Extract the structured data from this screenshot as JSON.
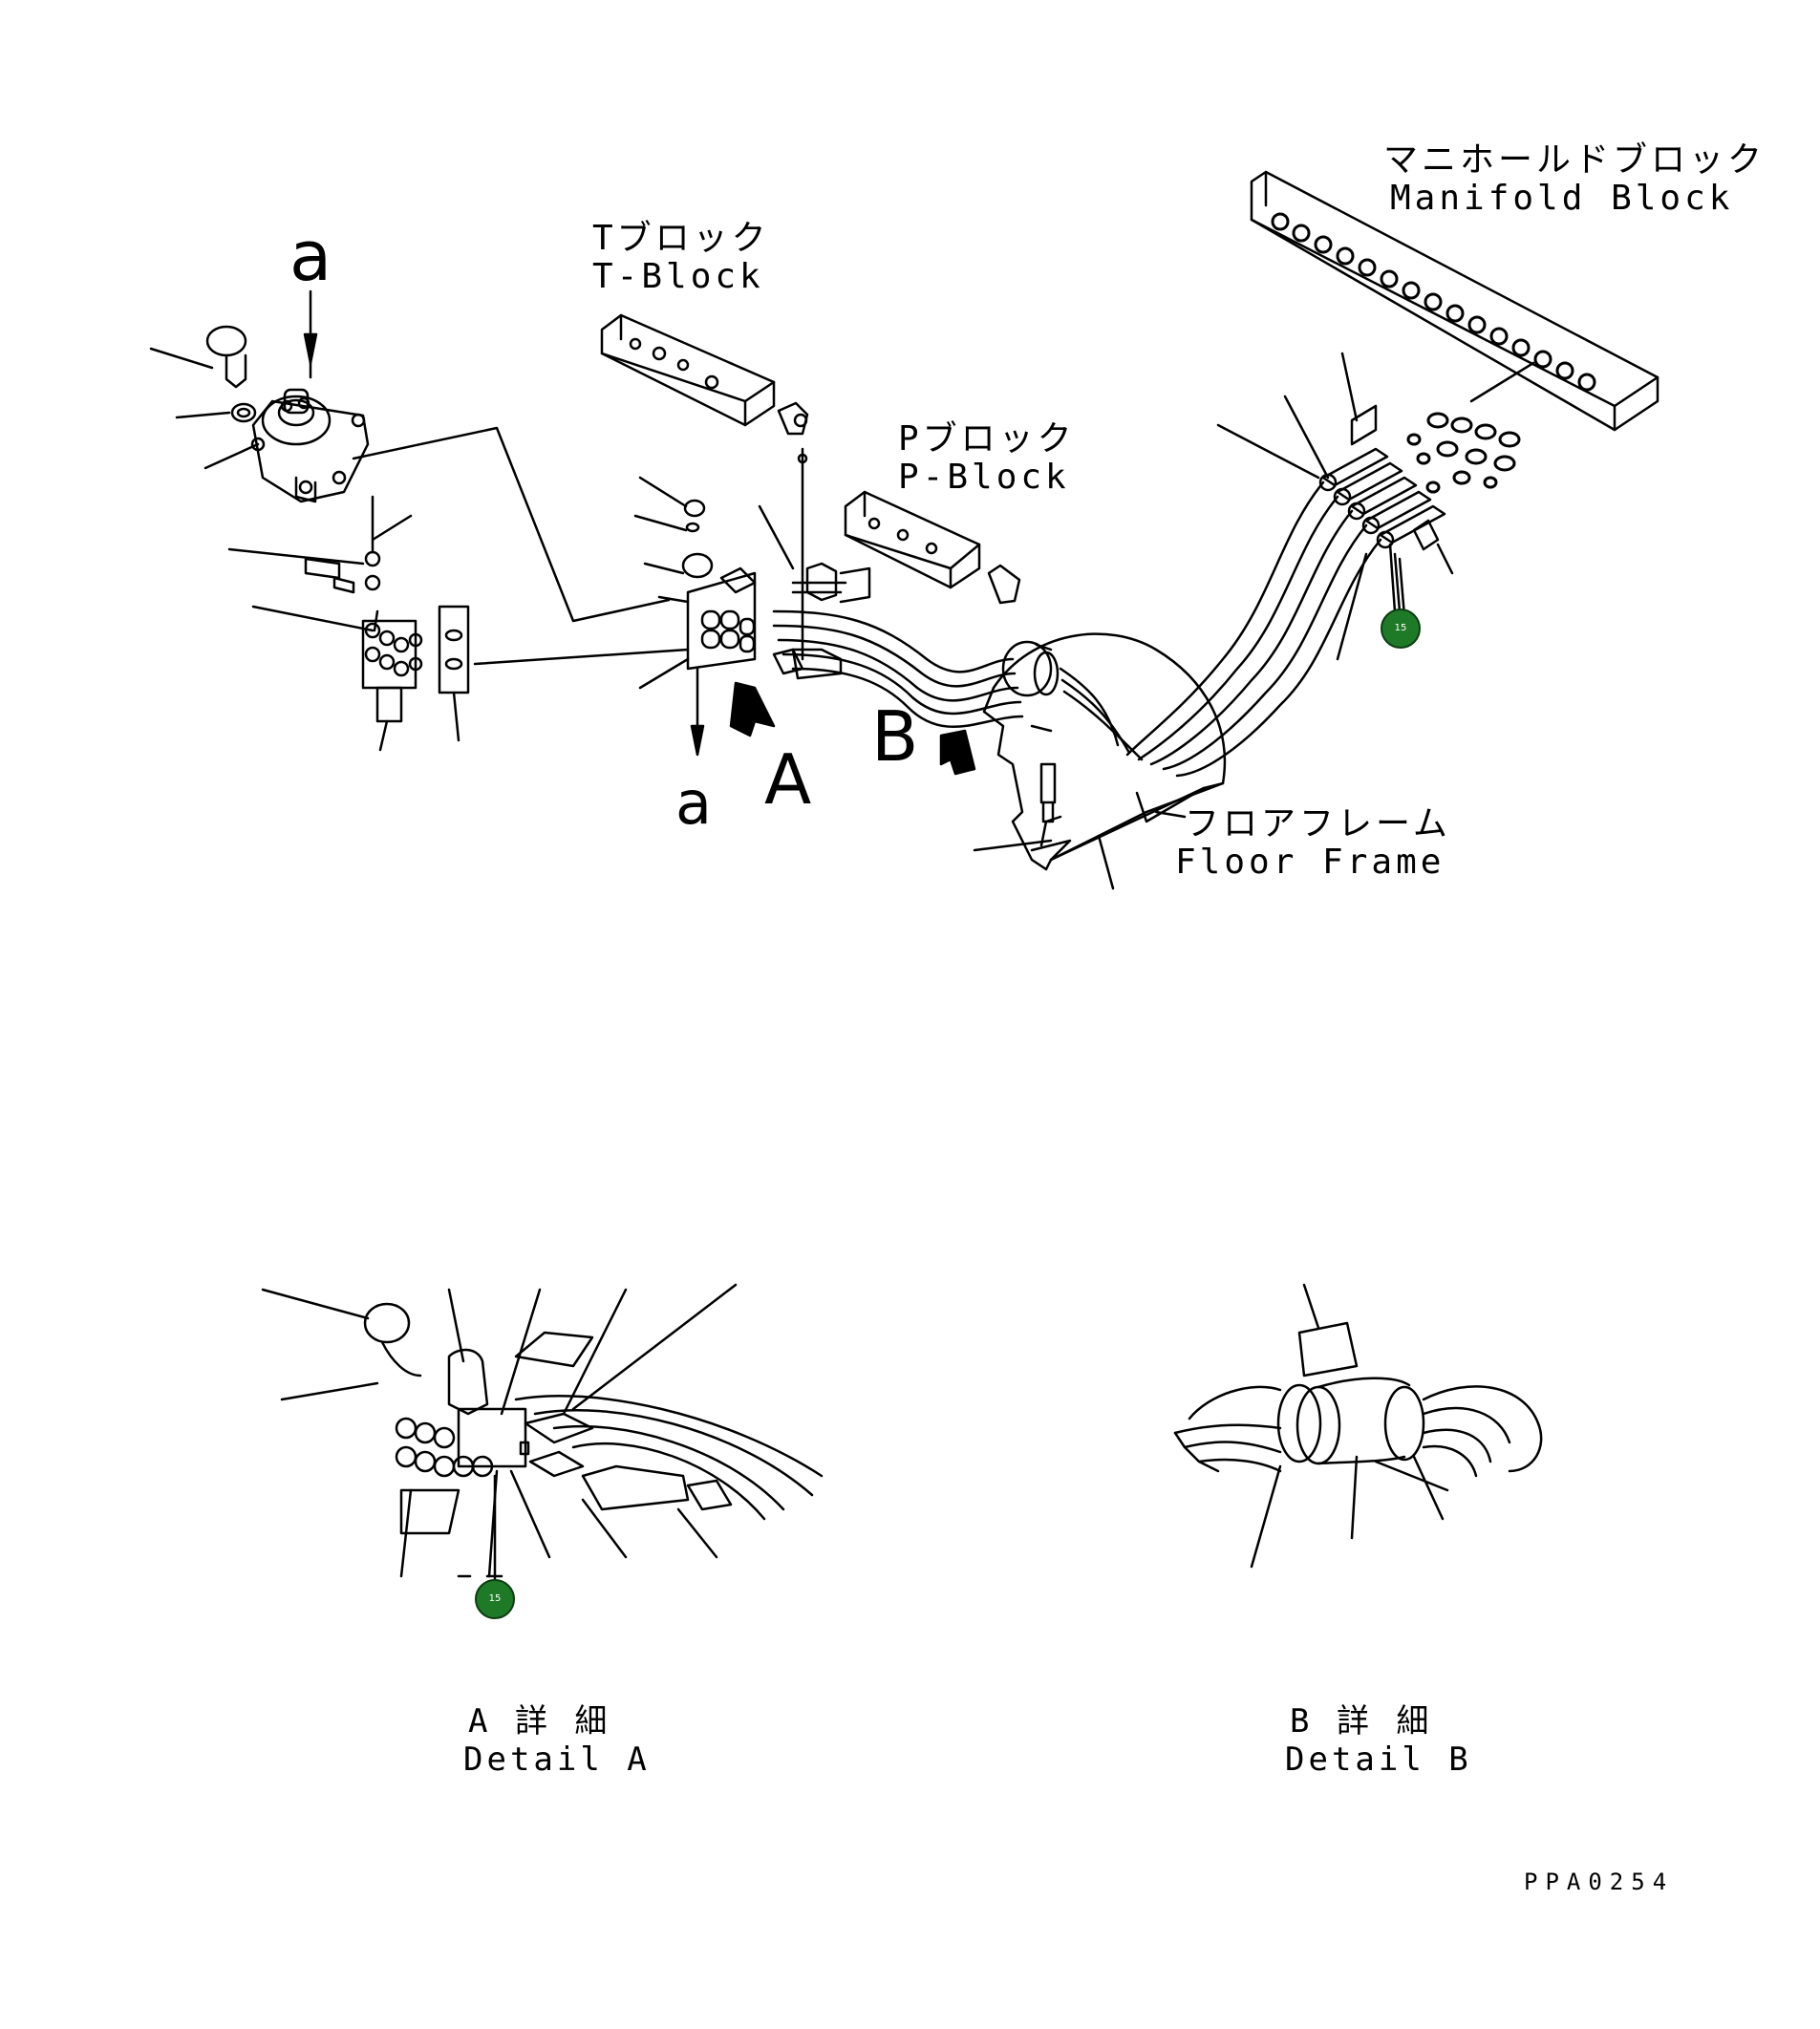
{
  "labels": {
    "manifold_jp": "マニホールドブロック",
    "manifold_en": "Manifold Block",
    "tblock_jp": "Tブロック",
    "tblock_en": "T-Block",
    "pblock_jp": "Pブロック",
    "pblock_en": "P-Block",
    "floor_jp": "フロアフレーム",
    "floor_en": "Floor Frame",
    "detail_a_jp": "A 詳 細",
    "detail_a_en": "Detail A",
    "detail_b_jp": "B 詳 細",
    "detail_b_en": "Detail B"
  },
  "letters": {
    "a_top": "a",
    "a_bottom": "a",
    "A": "A",
    "B": "B"
  },
  "callouts": {
    "main": "15",
    "detail_a": "15"
  },
  "drawing_number": "PPA0254"
}
